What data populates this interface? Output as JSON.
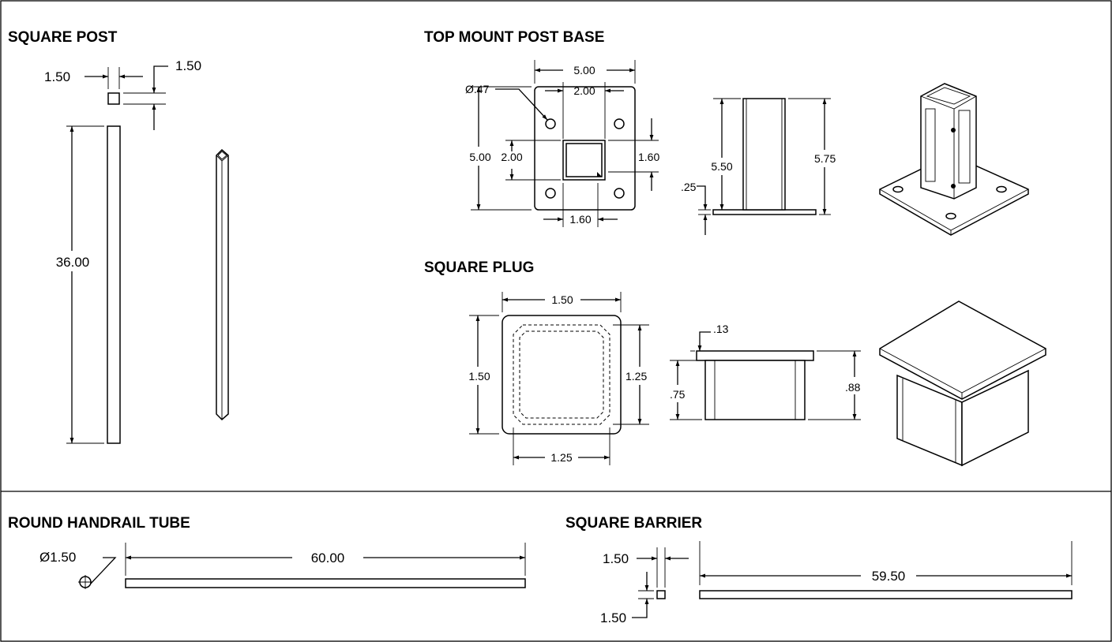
{
  "sections": {
    "square_post": {
      "title": "SQUARE POST",
      "dims": {
        "width": "1.50",
        "depth": "1.50",
        "height": "36.00"
      }
    },
    "top_mount_post_base": {
      "title": "TOP MOUNT POST BASE",
      "dims": {
        "hole_dia": "Ø.47",
        "plate_width": "5.00",
        "hole_spacing_x": "2.00",
        "plate_height": "5.00",
        "hole_spacing_y": "2.00",
        "socket_height": "1.60",
        "socket_width": "1.60",
        "socket_total": "5.50",
        "plate_thickness": ".25",
        "overall_height": "5.75"
      }
    },
    "square_plug": {
      "title": "SQUARE PLUG",
      "dims": {
        "cap_width": "1.50",
        "cap_height": "1.50",
        "insert_height": "1.25",
        "insert_width": "1.25",
        "cap_thickness": ".13",
        "insert_depth": ".75",
        "overall_height": ".88"
      }
    },
    "round_handrail_tube": {
      "title": "ROUND HANDRAIL TUBE",
      "dims": {
        "diameter": "Ø1.50",
        "length": "60.00"
      }
    },
    "square_barrier": {
      "title": "SQUARE BARRIER",
      "dims": {
        "width": "1.50",
        "height": "1.50",
        "length": "59.50"
      }
    }
  }
}
